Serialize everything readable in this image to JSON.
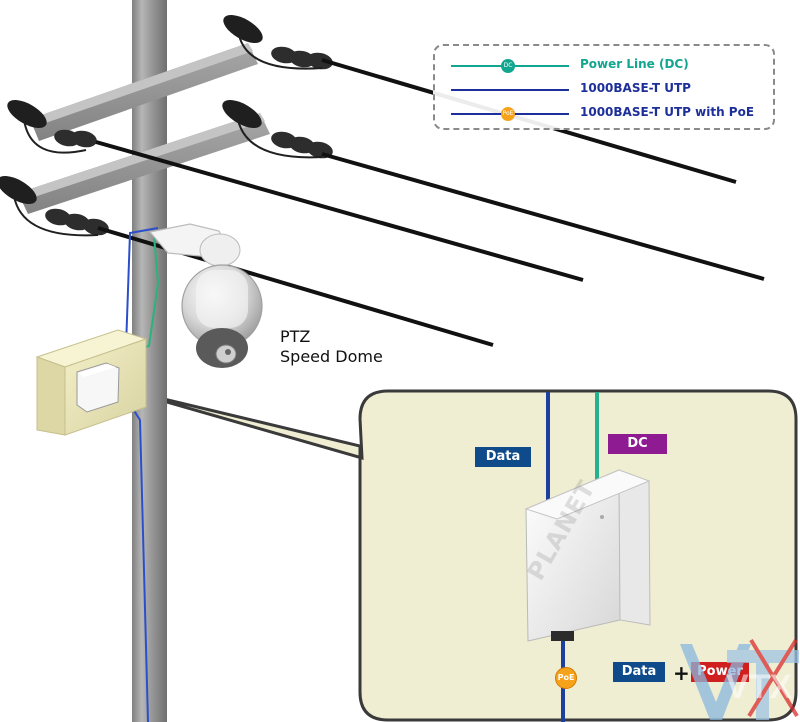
{
  "legend": {
    "items": [
      {
        "label": "Power Line (DC)",
        "color": "#12a58f",
        "marker_text": "DC",
        "marker_color": "#12a58f"
      },
      {
        "label": "1000BASE-T UTP",
        "color": "#1d2f9a",
        "marker_text": "",
        "marker_color": ""
      },
      {
        "label": "1000BASE-T UTP with PoE",
        "color": "#1d2f9a",
        "marker_text": "PoE",
        "marker_color": "#f7a21b"
      }
    ]
  },
  "camera": {
    "line1": "PTZ",
    "line2": "Speed Dome"
  },
  "detail": {
    "data_tag": "Data",
    "dc_tag": "DC",
    "bottom_data_tag": "Data",
    "plus_sign": "+",
    "power_tag": "Power",
    "poe_tag": "PoE",
    "device_brand": "PLANET"
  },
  "watermark": {
    "text": "VTX"
  },
  "colors": {
    "data": "#0f4a8a",
    "dc": "#8f1b93",
    "power": "#cf1f1f",
    "detail_fill": "#efeed3",
    "detail_stroke": "#3a3a3a",
    "pole": "#999999"
  }
}
